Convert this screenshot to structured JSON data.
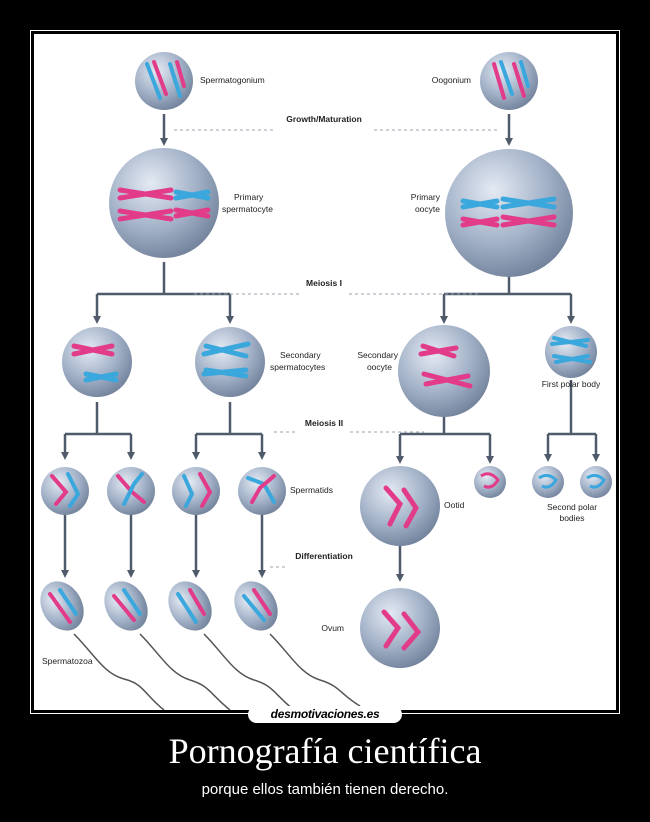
{
  "poster": {
    "title": "Pornografía científica",
    "subtitle": "porque ellos también tienen derecho.",
    "watermark": "desmotivaciones.es"
  },
  "diagram": {
    "stages": {
      "growth": "Growth/Maturation",
      "meiosis1": "Meiosis I",
      "meiosis2": "Meiosis II",
      "differentiation": "Differentiation"
    },
    "labels": {
      "spermatogonium": "Spermatogonium",
      "oogonium": "Oogonium",
      "primary_spermatocyte_1": "Primary",
      "primary_spermatocyte_2": "spermatocyte",
      "primary_oocyte_1": "Primary",
      "primary_oocyte_2": "oocyte",
      "secondary_spermatocytes_1": "Secondary",
      "secondary_spermatocytes_2": "spermatocytes",
      "secondary_oocyte_1": "Secondary",
      "secondary_oocyte_2": "oocyte",
      "first_polar_body": "First polar body",
      "spermatids": "Spermatids",
      "ootid": "Ootid",
      "second_polar_1": "Second polar",
      "second_polar_2": "bodies",
      "ovum": "Ovum",
      "spermatozoa": "Spermatozoa"
    },
    "colors": {
      "paternal": "#e23b8a",
      "maternal": "#3aa7dd",
      "cell": "#8e9fb8",
      "arrow": "#4f5b6b"
    }
  }
}
